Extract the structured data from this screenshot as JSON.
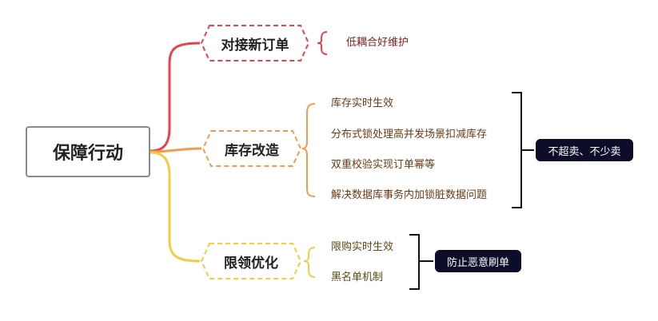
{
  "root": {
    "label": "保障行动"
  },
  "branches": [
    {
      "label": "对接新订单",
      "color": "#e8434a",
      "leaves": [
        "低耦合好维护"
      ]
    },
    {
      "label": "库存改造",
      "color": "#f59a4c",
      "leaves": [
        "库存实时生效",
        "分布式锁处理高并发场景扣减库存",
        "双重校验实现订单幂等",
        "解决数据库事务内加锁脏数据问题"
      ],
      "summary": "不超卖、不少卖"
    },
    {
      "label": "限领优化",
      "color": "#f2cc45",
      "leaves": [
        "限购实时生效",
        "黑名单机制"
      ],
      "summary": "防止恶意刷单"
    }
  ]
}
